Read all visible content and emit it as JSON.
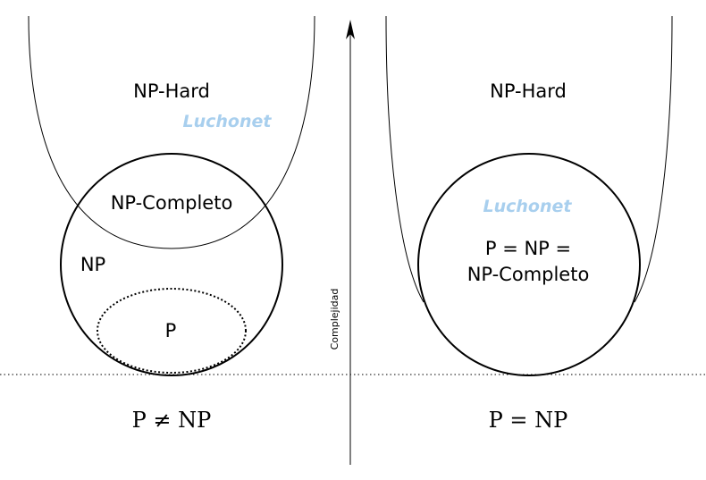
{
  "diagram": {
    "left": {
      "np_hard_label": "NP-Hard",
      "np_complete_label": "NP-Completo",
      "np_label": "NP",
      "p_label": "P",
      "caption": "P ≠ NP",
      "watermark": "Luchonet"
    },
    "right": {
      "np_hard_label": "NP-Hard",
      "merged_line1": "P = NP =",
      "merged_line2": "NP-Completo",
      "caption": "P = NP",
      "watermark": "Luchonet"
    },
    "axis_label": "Complejidad"
  },
  "colors": {
    "stroke": "#000000",
    "watermark": "#a8cfee",
    "background": "#ffffff"
  }
}
